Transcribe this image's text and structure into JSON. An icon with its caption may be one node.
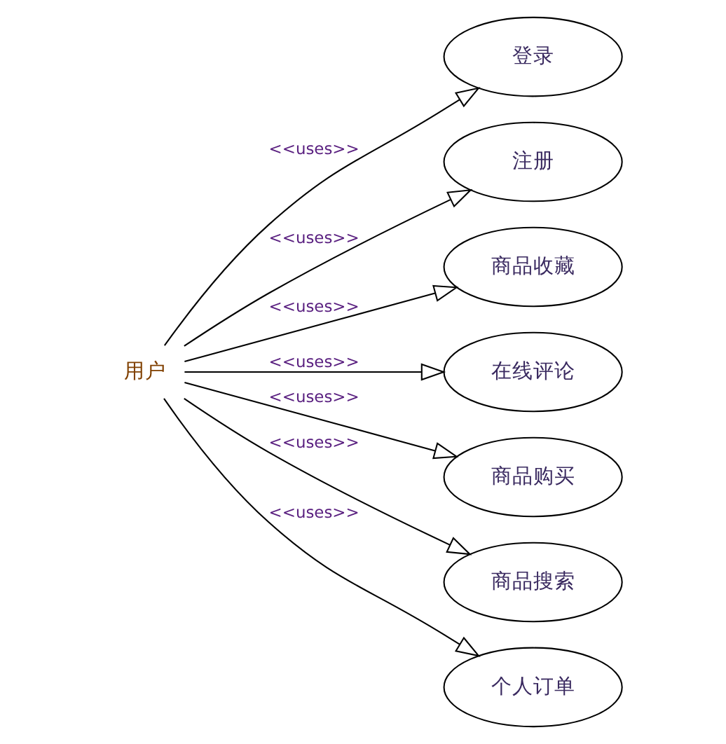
{
  "diagram": {
    "nodes": [
      {
        "text": [
          "用户"
        ]
      },
      {
        "text": [
          "登录"
        ]
      },
      {
        "text": [
          "注册"
        ]
      },
      {
        "text": [
          "商品收藏"
        ]
      },
      {
        "text": [
          "在线评论"
        ]
      },
      {
        "text": [
          "商品购买"
        ]
      },
      {
        "text": [
          "商品搜索"
        ]
      },
      {
        "text": [
          "个人订单"
        ]
      }
    ],
    "edges": [
      {
        "from": 0,
        "to": 1,
        "arrow": "to",
        "label": "<<uses>>"
      },
      {
        "from": 0,
        "to": 2,
        "arrow": "to",
        "label": "<<uses>>"
      },
      {
        "from": 0,
        "to": 3,
        "arrow": "to",
        "label": "<<uses>>"
      },
      {
        "from": 0,
        "to": 4,
        "arrow": "to",
        "label": "<<uses>>"
      },
      {
        "from": 0,
        "to": 5,
        "arrow": "to",
        "label": "<<uses>>"
      },
      {
        "from": 0,
        "to": 6,
        "arrow": "to",
        "label": "<<uses>>"
      },
      {
        "from": 0,
        "to": 7,
        "arrow": "to",
        "label": "<<uses>>"
      }
    ]
  }
}
